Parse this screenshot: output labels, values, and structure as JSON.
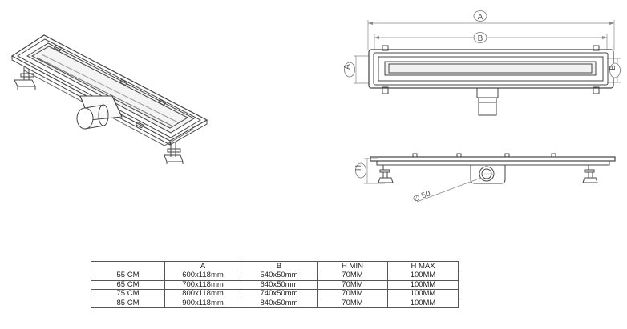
{
  "dimension_labels": {
    "overall_length": "A",
    "grate_length": "B",
    "end_width_left": "A",
    "end_width_right": "B",
    "height": "H",
    "outlet_diameter": "∅ 50"
  },
  "spec_table": {
    "columns": [
      "",
      "A",
      "B",
      "H MIN",
      "H MAX"
    ],
    "rows": [
      [
        "55 CM",
        "600x118mm",
        "540x50mm",
        "70MM",
        "100MM"
      ],
      [
        "65 CM",
        "700x118mm",
        "640x50mm",
        "70MM",
        "100MM"
      ],
      [
        "75 CM",
        "800x118mm",
        "740x50mm",
        "70MM",
        "100MM"
      ],
      [
        "85 CM",
        "900x118mm",
        "840x50mm",
        "70MM",
        "100MM"
      ]
    ]
  }
}
